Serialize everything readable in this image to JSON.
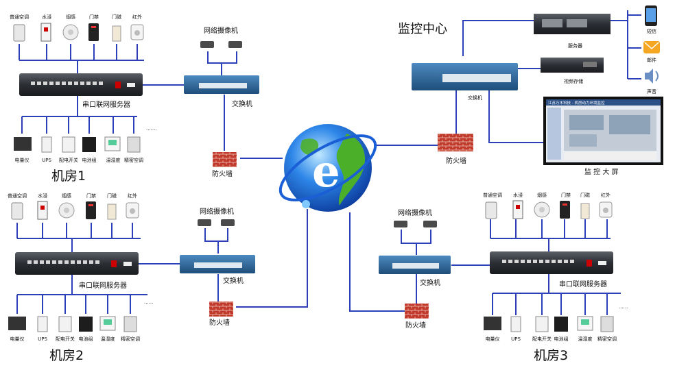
{
  "colors": {
    "line": "#2a3fb8",
    "switch_body": "#2f6fa8",
    "firewall": "#c0392b",
    "globe_blue": "#1b5fd6",
    "globe_green": "#4caf2a"
  },
  "center": {
    "title": "监控中心",
    "server_label": "服务器",
    "storage_label": "视频存储",
    "switch_label": "交换机",
    "firewall_label": "防火墙",
    "screen_label": "监 控 大 屏",
    "screen_header": "江苏万木科技 - 机房动力环境监控",
    "outputs": [
      {
        "label": "短信",
        "icon": "phone-icon"
      },
      {
        "label": "邮件",
        "icon": "email-icon"
      },
      {
        "label": "声音",
        "icon": "speaker-icon"
      }
    ]
  },
  "room1": {
    "title": "机房1",
    "sensors": [
      "普通空调",
      "水浸",
      "烟感",
      "门禁",
      "门磁",
      "红外"
    ],
    "serial_label": "串口联网服务器",
    "devices": [
      "电量仪",
      "UPS",
      "配电开关",
      "电池组",
      "温湿度",
      "精密空调"
    ],
    "camera_label": "网络摄像机",
    "switch_label": "交换机",
    "firewall_label": "防火墙"
  },
  "room2": {
    "title": "机房2",
    "sensors": [
      "普通空调",
      "水浸",
      "烟感",
      "门禁",
      "门磁",
      "红外"
    ],
    "serial_label": "串口联网服务器",
    "devices": [
      "电量仪",
      "UPS",
      "配电开关",
      "电池组",
      "温湿度",
      "精密空调"
    ],
    "camera_label": "网络摄像机",
    "switch_label": "交换机",
    "firewall_label": "防火墙"
  },
  "room3": {
    "title": "机房3",
    "sensors": [
      "普通空调",
      "水浸",
      "烟感",
      "门禁",
      "门磁",
      "红外"
    ],
    "serial_label": "串口联网服务器",
    "devices": [
      "电量仪",
      "UPS",
      "配电开关",
      "电池组",
      "温湿度",
      "精密空调"
    ],
    "camera_label": "网络摄像机",
    "switch_label": "交换机",
    "firewall_label": "防火墙"
  }
}
